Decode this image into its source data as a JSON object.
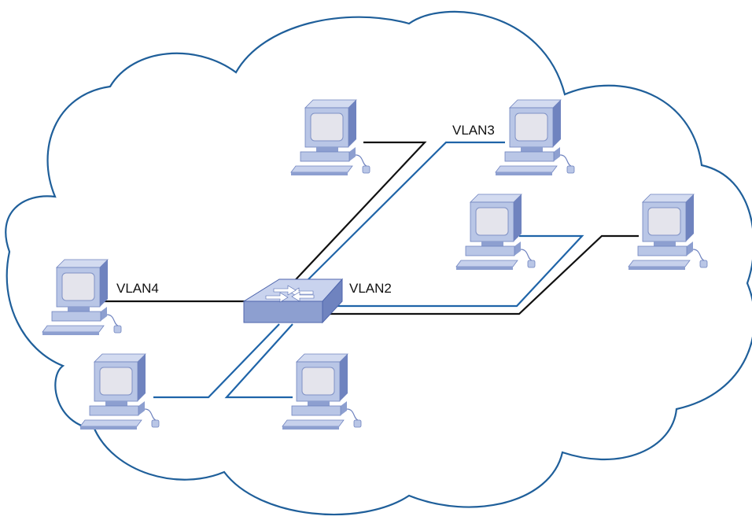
{
  "labels": {
    "vlan2": "VLAN2",
    "vlan3": "VLAN3",
    "vlan4": "VLAN4"
  },
  "colors": {
    "cloud_stroke": "#1f5f9a",
    "black_link": "#111111",
    "blue_link": "#1f64a8",
    "device_body": "#b9c6e6",
    "device_side": "#8d9fd0",
    "device_dark": "#6f83bf",
    "screen": "#e4e4ec"
  },
  "nodes": [
    {
      "name": "computer-top-center",
      "type": "computer"
    },
    {
      "name": "computer-vlan3",
      "type": "computer"
    },
    {
      "name": "computer-middle-right",
      "type": "computer"
    },
    {
      "name": "computer-far-right",
      "type": "computer"
    },
    {
      "name": "computer-vlan4",
      "type": "computer"
    },
    {
      "name": "computer-bottom-left",
      "type": "computer"
    },
    {
      "name": "computer-bottom-center",
      "type": "computer"
    },
    {
      "name": "switch",
      "type": "switch"
    }
  ],
  "links": [
    {
      "from": "switch",
      "to": "computer-top-center",
      "color": "black"
    },
    {
      "from": "switch",
      "to": "computer-vlan3",
      "color": "blue",
      "label": "VLAN3"
    },
    {
      "from": "switch",
      "to": "computer-vlan4",
      "color": "black",
      "label": "VLAN4"
    },
    {
      "from": "switch",
      "to": "computer-middle-right",
      "color": "blue",
      "label": "VLAN2"
    },
    {
      "from": "switch",
      "to": "computer-far-right",
      "color": "black"
    },
    {
      "from": "switch",
      "to": "computer-bottom-left",
      "color": "blue"
    },
    {
      "from": "switch",
      "to": "computer-bottom-center",
      "color": "blue"
    }
  ]
}
